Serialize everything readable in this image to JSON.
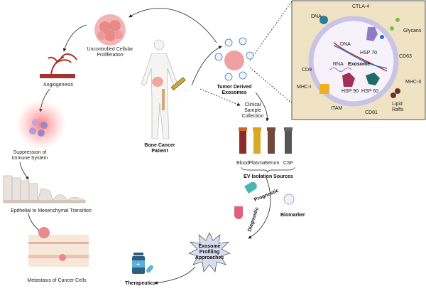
{
  "labels": {
    "proliferation": [
      "Uncontrolled Cellular",
      "Proliferation"
    ],
    "angiogenesis": "Angiogenesis",
    "immune": [
      "Suppression of",
      "Immune System"
    ],
    "emt": "Epithelial to Mesenchymal Transition",
    "metastasis": "Metastasis of Cancer Cells",
    "patient": [
      "Bone Cancer",
      "Patient"
    ],
    "exosomes": [
      "Tumor Derived",
      "Exosomes"
    ],
    "clinical": [
      "Clinical",
      "Sample",
      "Collection"
    ],
    "tubes": [
      "Blood",
      "Plasma",
      "Serum",
      "CSF"
    ],
    "ev_sources": "EV Isolation Sources",
    "prognostic": "Prognostic",
    "diagnostic": "Diagnostic",
    "biomarker": "Biomarker",
    "profiling": [
      "Exosome",
      "Profiling",
      "Approaches"
    ],
    "therapeutics": "Therapeutics"
  },
  "exosome_box": {
    "center": "Exosome",
    "components": [
      "CTLA-4",
      "DNA",
      "Glycans",
      "DNA",
      "HSP 70",
      "CD63",
      "CD9",
      "RNA",
      "MHC-I",
      "HSP 90",
      "HSP 60",
      "MHC-II",
      "ITAM",
      "CD81",
      "Lipid",
      "Rafts"
    ]
  },
  "colors": {
    "box_bg": "#efe3c3",
    "membrane": "#c9c3e6",
    "tumor": "#e88a8a",
    "vessel": "#a8322e",
    "blood": "#8b2a2a",
    "plasma": "#d6a92a",
    "serum": "#6f4a3a",
    "csf": "#555555",
    "star": "#d8dcef"
  }
}
